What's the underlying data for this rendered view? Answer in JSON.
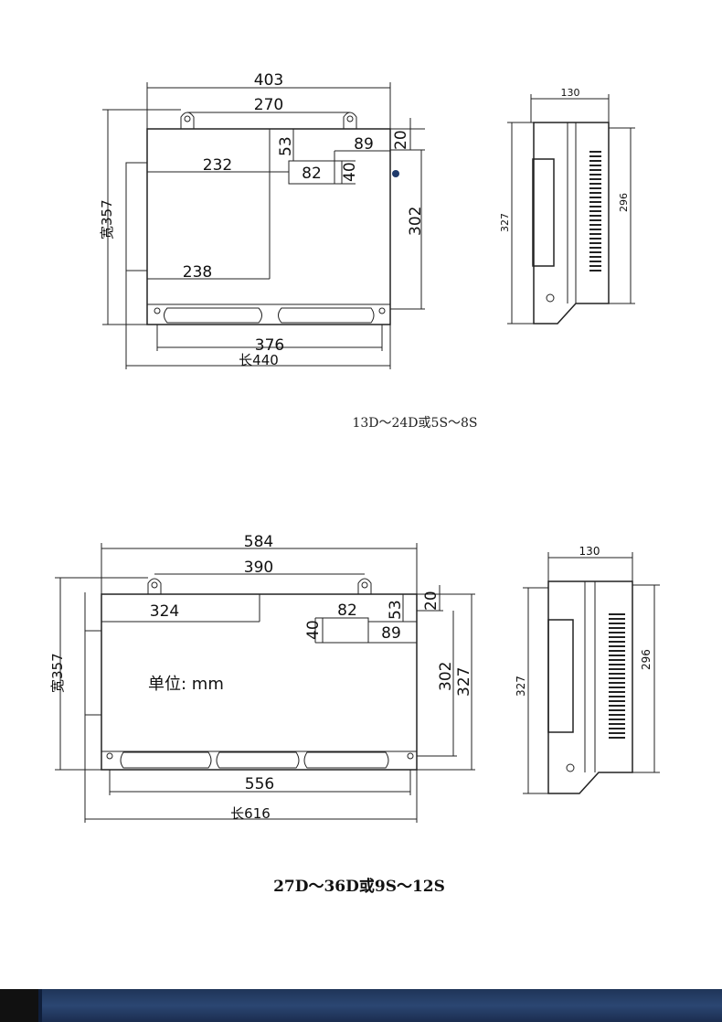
{
  "drawing1": {
    "dims": {
      "d403": "403",
      "d270": "270",
      "d53": "53",
      "d20": "20",
      "d89": "89",
      "d232": "232",
      "d82": "82",
      "d40": "40",
      "d302": "302",
      "d238": "238",
      "d376": "376",
      "w357": "宽357",
      "l440": "长440"
    },
    "side": {
      "d130": "130",
      "d327": "327",
      "d296": "296"
    },
    "caption": "13D～24D或5S～8S"
  },
  "drawing2": {
    "dims": {
      "d584": "584",
      "d390": "390",
      "d324": "324",
      "d82": "82",
      "d53": "53",
      "d20": "20",
      "d40": "40",
      "d89": "89",
      "d302": "302",
      "d327": "327",
      "d556": "556",
      "w357": "宽357",
      "l616": "长616"
    },
    "unit_label": "单位: mm",
    "side": {
      "d130": "130",
      "d327": "327",
      "d296": "296"
    },
    "caption": "27D～36D或9S～12S"
  },
  "colors": {
    "footer": "#2b4672",
    "marker": "#1f3a6b"
  }
}
